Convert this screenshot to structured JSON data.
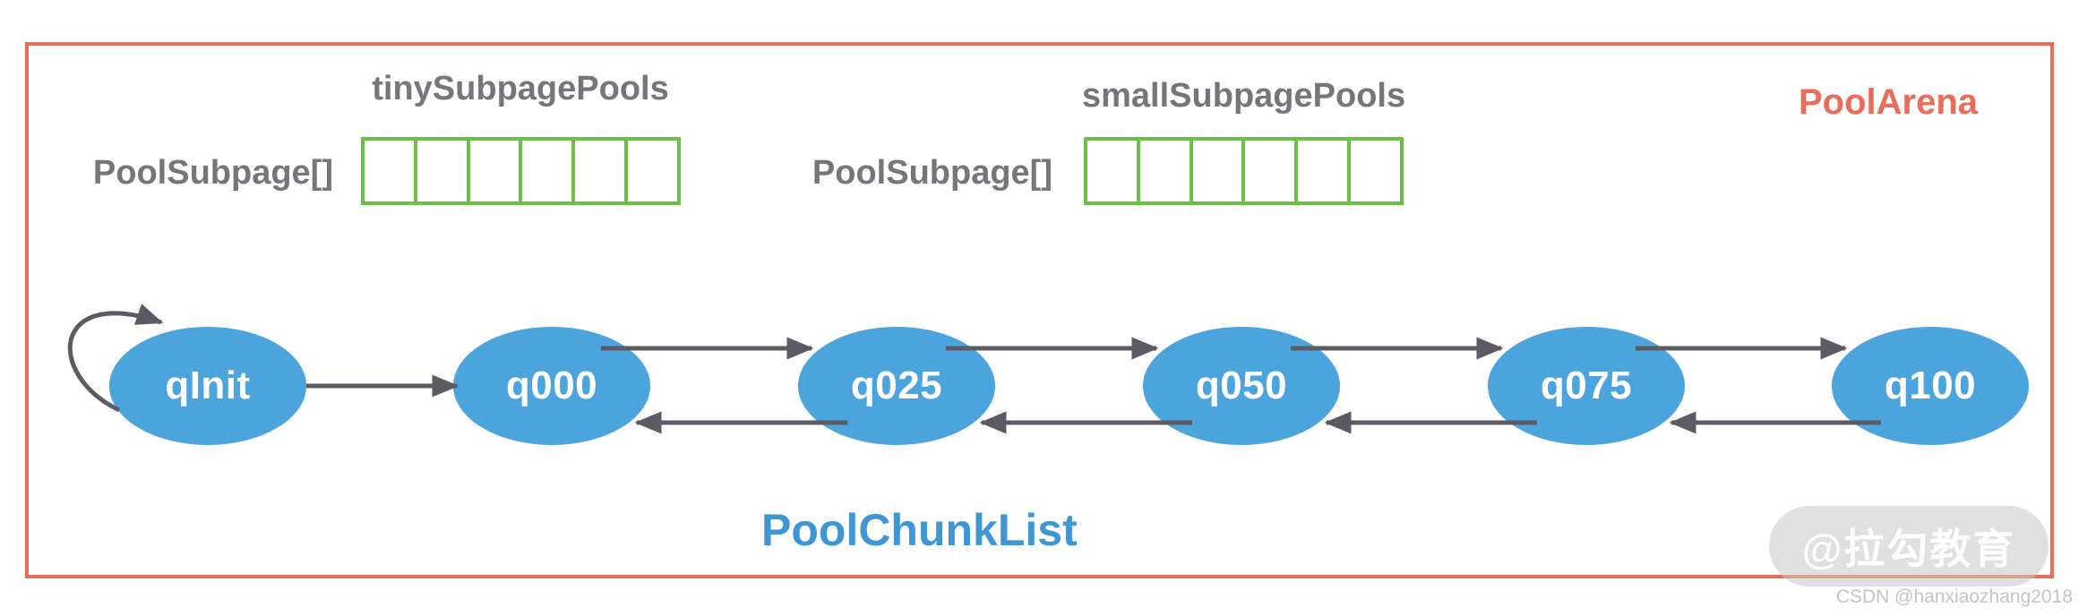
{
  "diagram": {
    "title": "PoolArena",
    "tiny_pools": {
      "title": "tinySubpagePools",
      "array_label": "PoolSubpage[]",
      "cell_count": 6
    },
    "small_pools": {
      "title": "smallSubpagePools",
      "array_label": "PoolSubpage[]",
      "cell_count": 6
    },
    "chunk_list": {
      "title": "PoolChunkList",
      "nodes": [
        {
          "label": "qInit"
        },
        {
          "label": "q000"
        },
        {
          "label": "q025"
        },
        {
          "label": "q050"
        },
        {
          "label": "q075"
        },
        {
          "label": "q100"
        }
      ],
      "arrows": {
        "self_loop_on": "qInit",
        "single_forward": "qInit to q000",
        "bidirectional_pairs": [
          "q000-q025",
          "q025-q050",
          "q050-q075",
          "q075-q100"
        ]
      }
    },
    "colors": {
      "arena_border": "#ea6d5c",
      "array_border": "#6cbf4b",
      "node_fill": "#4ba4dc",
      "arrow": "#5b5b65",
      "gray_label": "#76767a",
      "chunklist_label": "#3e96d3"
    }
  },
  "watermark": {
    "badge": "@拉勾教育",
    "credit": "CSDN @hanxiaozhang2018"
  }
}
